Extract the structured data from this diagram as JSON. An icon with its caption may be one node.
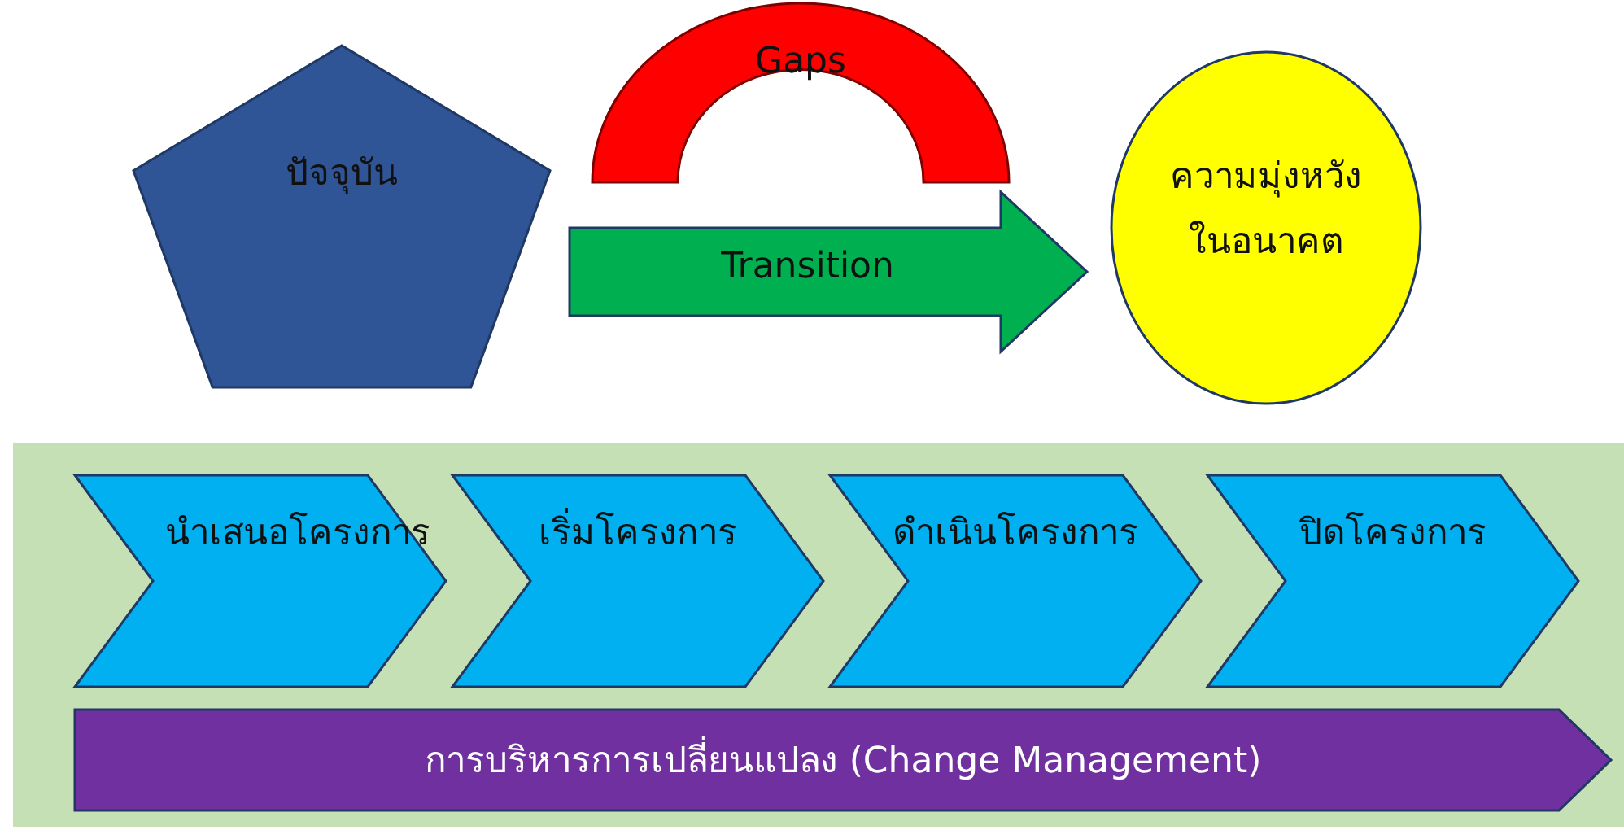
{
  "diagram": {
    "nodes": [
      {
        "text": [
          "ปัจจุบัน"
        ]
      },
      {
        "text": [
          "Gaps"
        ]
      },
      {
        "text": [
          "Transition"
        ]
      },
      {
        "text": [
          "ความมุ่งหวังในอนาคต"
        ]
      },
      {
        "text": [],
        "shape": "box"
      },
      {
        "text": [
          "นำเสนอโครงการ"
        ],
        "in": 4
      },
      {
        "text": [
          "เริ่มโครงการ"
        ],
        "in": 4
      },
      {
        "text": [
          "ดำเนินโครงการ"
        ],
        "in": 4
      },
      {
        "text": [
          "ปิดโครงการ"
        ],
        "in": 4
      },
      {
        "text": [
          "การบริหารการเปลี่ยนแปลง (Change Management)"
        ],
        "in": 4
      }
    ]
  }
}
